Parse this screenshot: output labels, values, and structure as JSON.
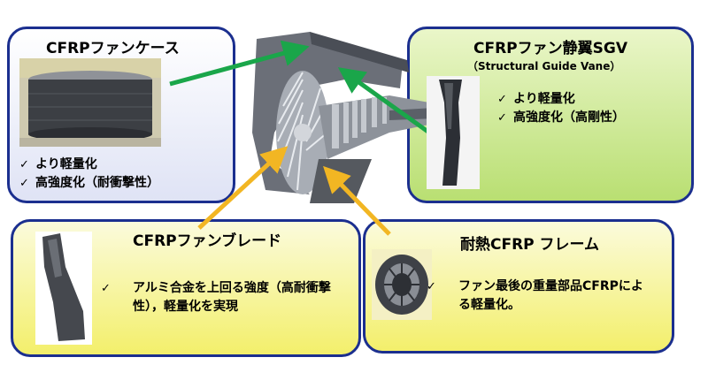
{
  "fan_case": {
    "title": "CFRPファンケース",
    "bullets": [
      "より軽量化",
      "高強度化（耐衝撃性）"
    ]
  },
  "sgv": {
    "title": "CFRPファン静翼SGV",
    "subtitle": "（Structural Guide Vane）",
    "bullets": [
      "より軽量化",
      "高強度化（高剛性）"
    ]
  },
  "fan_blade": {
    "title": "CFRPファンブレード",
    "bullets": [
      "アルミ合金を上回る強度（高耐衝撃性），軽量化を実現"
    ]
  },
  "frame": {
    "title": "耐熱CFRP フレーム",
    "bullets": [
      "ファン最後の重量部品CFRPによる軽量化。"
    ]
  },
  "check_glyph": "✓",
  "colors": {
    "border": "#1b2f8f",
    "green_arrow": "#1aa64a",
    "orange_arrow": "#f2b623"
  }
}
